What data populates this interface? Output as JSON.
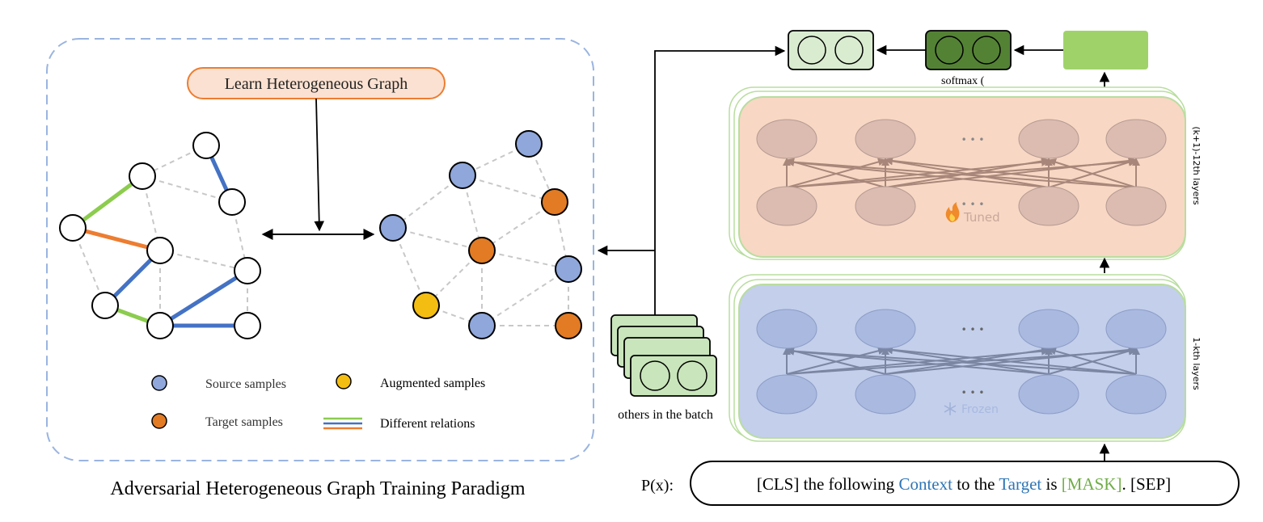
{
  "left_panel": {
    "learn_label": "Learn Heterogeneous Graph",
    "caption": "Adversarial Heterogeneous Graph Training Paradigm",
    "legend": {
      "source": "Source samples",
      "augmented": "Augmented samples",
      "target": "Target samples",
      "relations": "Different relations"
    }
  },
  "right_panel": {
    "softmax_label": "softmax (",
    "others_label": "others in the batch",
    "tuned_label": "Tuned",
    "frozen_label": "Frozen",
    "upper_layers_label": "(k+1)-12th layers",
    "lower_layers_label": "1-kth layers",
    "ellipsis": "• • •",
    "prompt_prefix": "P(x):",
    "prompt_parts": {
      "p1": "[CLS] the following ",
      "context": "Context",
      "p2": " to the ",
      "target": "Target",
      "p3": " is ",
      "mask": "[MASK]",
      "p4": ". [SEP]"
    }
  },
  "colors": {
    "source_node": "#8fa7db",
    "target_node": "#e27b23",
    "augmented_node": "#f4bd12",
    "relation_green": "#8ccc4e",
    "relation_blue": "#4472c4",
    "relation_orange": "#ed7d31",
    "tuned_block": "#f8d7c4",
    "frozen_block": "#c3cfeb",
    "dashed_border": "#9ab4e0",
    "context_text": "#2e75b6",
    "mask_text": "#70ad47"
  }
}
